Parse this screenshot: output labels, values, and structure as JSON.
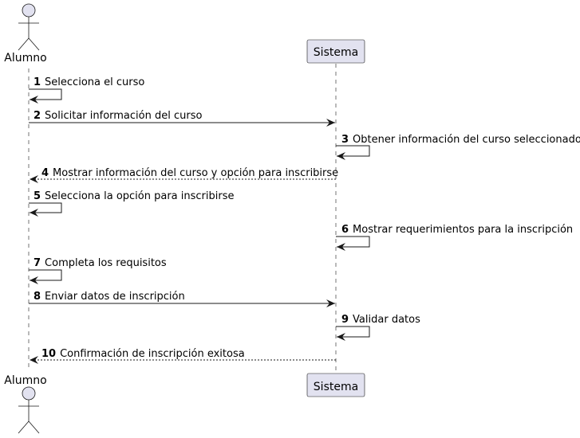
{
  "participants": {
    "actor": {
      "name": "Alumno"
    },
    "system": {
      "name": "Sistema"
    }
  },
  "colors": {
    "participant_fill": "#e2e2f0",
    "participant_stroke": "#181818",
    "lifeline": "#181818",
    "arrow": "#181818"
  },
  "messages": [
    {
      "num": "1",
      "text": "Selecciona el curso",
      "from": "Alumno",
      "to": "Alumno",
      "kind": "self-solid"
    },
    {
      "num": "2",
      "text": "Solicitar información del curso",
      "from": "Alumno",
      "to": "Sistema",
      "kind": "solid"
    },
    {
      "num": "3",
      "text": "Obtener información del curso seleccionado",
      "from": "Sistema",
      "to": "Sistema",
      "kind": "self-solid"
    },
    {
      "num": "4",
      "text": "Mostrar información del curso y opción para inscribirse",
      "from": "Sistema",
      "to": "Alumno",
      "kind": "dashed"
    },
    {
      "num": "5",
      "text": "Selecciona la opción para inscribirse",
      "from": "Alumno",
      "to": "Alumno",
      "kind": "self-solid"
    },
    {
      "num": "6",
      "text": "Mostrar requerimientos para la inscripción",
      "from": "Sistema",
      "to": "Sistema",
      "kind": "self-solid"
    },
    {
      "num": "7",
      "text": "Completa los requisitos",
      "from": "Alumno",
      "to": "Alumno",
      "kind": "self-solid"
    },
    {
      "num": "8",
      "text": "Enviar datos de inscripción",
      "from": "Alumno",
      "to": "Sistema",
      "kind": "solid"
    },
    {
      "num": "9",
      "text": "Validar datos",
      "from": "Sistema",
      "to": "Sistema",
      "kind": "self-solid"
    },
    {
      "num": "10",
      "text": "Confirmación de inscripción exitosa",
      "from": "Sistema",
      "to": "Alumno",
      "kind": "dashed"
    }
  ]
}
